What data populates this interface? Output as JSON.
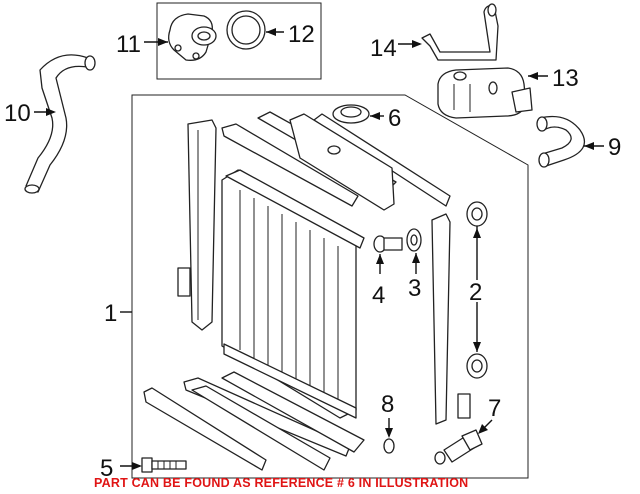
{
  "callouts": [
    "1",
    "2",
    "3",
    "4",
    "5",
    "6",
    "7",
    "8",
    "9",
    "10",
    "11",
    "12",
    "13",
    "14"
  ],
  "footer_note": "PART CAN BE FOUND AS REFERENCE # 6 IN ILLUSTRATION",
  "colors": {
    "line": "#222222",
    "note": "#e01515",
    "background": "#ffffff"
  }
}
